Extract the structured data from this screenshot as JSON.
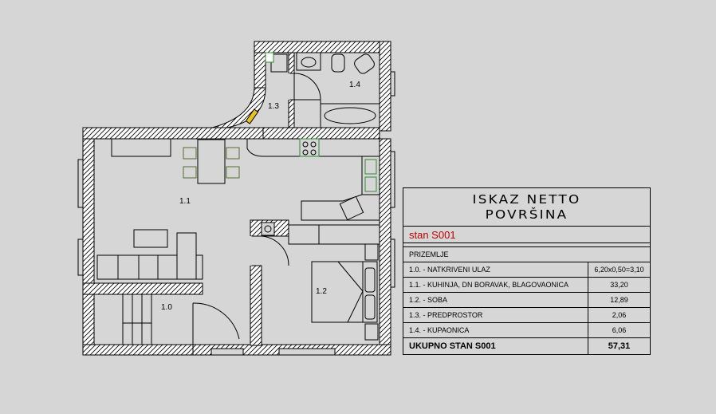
{
  "rooms": {
    "r10": "1.0",
    "r11": "1.1",
    "r12": "1.2",
    "r13": "1.3",
    "r14": "1.4"
  },
  "legend": {
    "title_line1": "ISKAZ NETTO",
    "title_line2": "POVRŠINA",
    "stan": "stan S001",
    "section": "PRIZEMLJE",
    "rows": [
      {
        "name": "1.0. - NATKRIVENI ULAZ",
        "value": "6,20x0,50=3,10"
      },
      {
        "name": "1.1. - KUHINJA, DN BORAVAK, BLAGOVAONICA",
        "value": "33,20"
      },
      {
        "name": "1.2. - SOBA",
        "value": "12,89"
      },
      {
        "name": "1.3. - PREDPROSTOR",
        "value": "2,06"
      },
      {
        "name": "1.4. - KUPAONICA",
        "value": "6,06"
      }
    ],
    "total_label": "UKUPNO STAN S001",
    "total_value": "57,31"
  },
  "colors": {
    "background": "#d6d6d6",
    "wall_fill": "#ffffff",
    "stan_text": "#c00000",
    "appliance_green": "#2e8b2e",
    "door_yellow": "#e8c020"
  }
}
